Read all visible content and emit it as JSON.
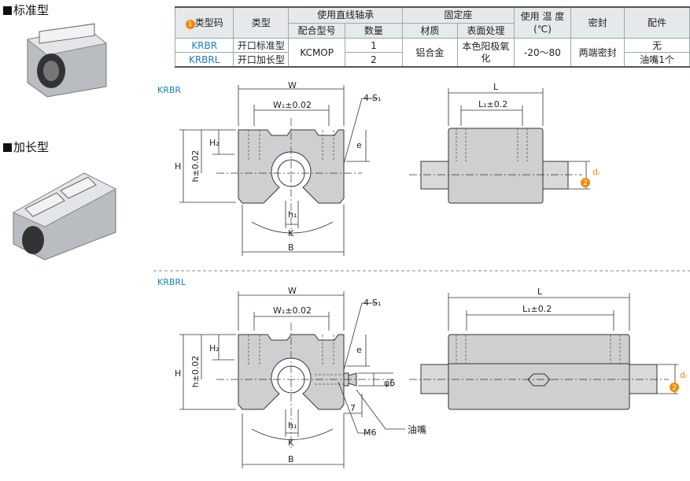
{
  "sections": {
    "standard": "标准型",
    "long": "加长型"
  },
  "table": {
    "headers": {
      "type_code": "类型码",
      "type": "类型",
      "bearing": "使用直线轴承",
      "fixed_seat": "固定座",
      "temp": "使用 温 度",
      "temp_unit": "(℃)",
      "seal": "密封",
      "parts": "配件",
      "match_model": "配合型号",
      "qty": "数量",
      "material": "材质",
      "surface": "表面处理",
      "badge": "1"
    },
    "rows": [
      {
        "code": "KRBR",
        "type": "开口标准型",
        "model": "KCMOP",
        "qty": "1",
        "material": "铝合金",
        "surface": "本色阳极氧化",
        "temp": "-20～80",
        "seal": "两端密封",
        "parts": "无"
      },
      {
        "code": "KRBRL",
        "type": "开口加长型",
        "qty": "2",
        "parts": "油嘴1个"
      }
    ]
  },
  "drawings": {
    "krbr": {
      "label": "KRBR",
      "W": "W",
      "W1": "W₁±0.02",
      "S1": "4-S₁",
      "H": "H",
      "h": "h±0.02",
      "H2": "H₂",
      "e": "e",
      "h1": "h₁",
      "K": "K",
      "B": "B",
      "L": "L",
      "L1": "L₁±0.2",
      "dr": "dᵣ",
      "badge": "2"
    },
    "krbrl": {
      "label": "KRBRL",
      "W": "W",
      "W1": "W₁±0.02",
      "S1": "4-S₁",
      "H": "H",
      "h": "h±0.02",
      "H2": "H₂",
      "e": "e",
      "h1": "h₁",
      "K": "K",
      "B": "B",
      "L": "L",
      "L1": "L₁±0.2",
      "dr": "dᵣ",
      "badge": "2",
      "phi6": "φ6",
      "seven": "7",
      "M6": "M6",
      "nipple": "油嘴"
    }
  },
  "colors": {
    "accent": "#1a7fc4",
    "badge": "#f08a00"
  }
}
